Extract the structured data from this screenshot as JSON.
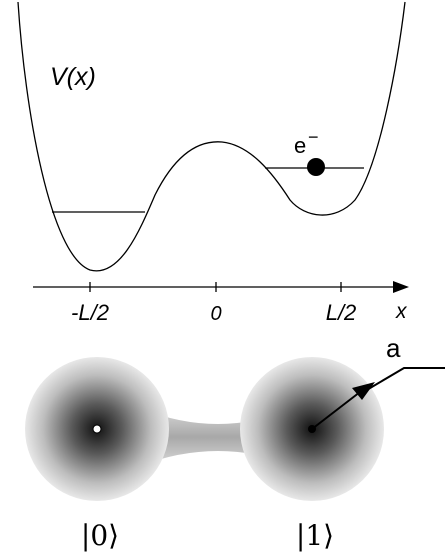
{
  "potential": {
    "label": "V(x)",
    "electron_label": "e",
    "electron_charge": "−"
  },
  "axis": {
    "x_label": "x",
    "ticks": [
      "-L/2",
      "0",
      "L/2"
    ]
  },
  "dots": {
    "radius_label": "a",
    "state_left": "|0⟩",
    "state_right": "|1⟩"
  },
  "colors": {
    "line": "#000000",
    "dot_center": "#1a1a1a",
    "dot_edge": "#e6e6e6",
    "bridge": "#b5b5b5"
  }
}
